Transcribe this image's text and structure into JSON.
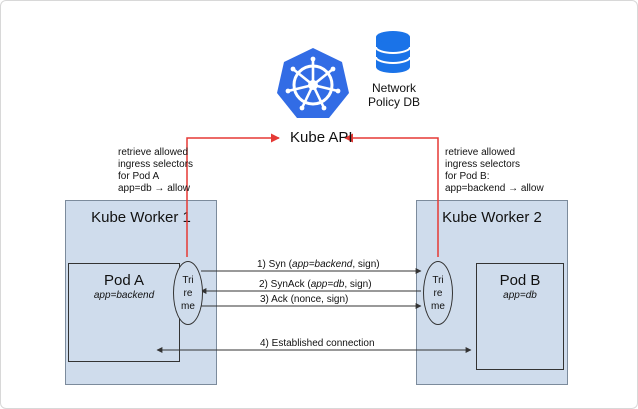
{
  "diagram": {
    "kube_api_label": "Kube API",
    "network_policy_db_label": [
      "Network",
      "Policy DB"
    ],
    "worker1": {
      "title": "Kube Worker 1",
      "pod": {
        "title": "Pod A",
        "label": "app=backend"
      },
      "trireme": [
        "Tri",
        "re",
        "me"
      ]
    },
    "worker2": {
      "title": "Kube Worker 2",
      "pod": {
        "title": "Pod B",
        "label": "app=db"
      },
      "trireme": [
        "Tri",
        "re",
        "me"
      ]
    },
    "note_left": {
      "lines": [
        "retrieve allowed",
        "ingress selectors",
        "for Pod A"
      ],
      "rule": "app=db → allow"
    },
    "note_right": {
      "lines": [
        "retrieve allowed",
        "ingress selectors",
        "for Pod B:"
      ],
      "rule": "app=backend → allow"
    },
    "messages": {
      "m1": {
        "prefix": "1) Syn (",
        "italic": "app=backend",
        "suffix": ", sign)"
      },
      "m2": {
        "prefix": "2) SynAck (",
        "italic": "app=db",
        "suffix": ", sign)"
      },
      "m3": {
        "text": "3) Ack (nonce, sign)"
      },
      "m4": {
        "text": "4) Established connection"
      }
    },
    "colors": {
      "worker_fill": "#cfdcec",
      "k8s_blue": "#326ce5",
      "db_blue": "#1a73e8",
      "api_arrow_red": "#e53935"
    }
  }
}
